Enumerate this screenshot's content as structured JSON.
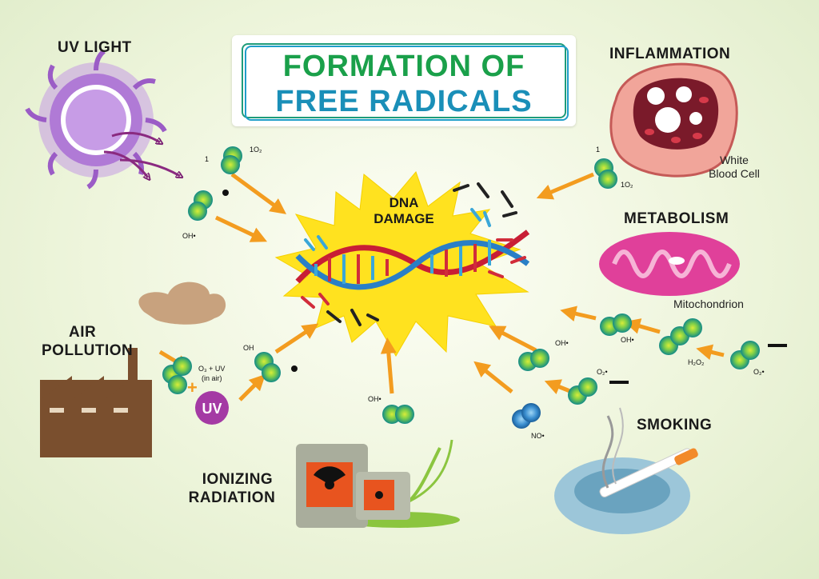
{
  "title": {
    "line1": "FORMATION OF",
    "line2": "FREE RADICALS"
  },
  "center": {
    "line1": "DNA",
    "line2": "DAMAGE"
  },
  "sources": {
    "uv_light": "UV LIGHT",
    "inflammation": "INFLAMMATION",
    "white_blood_cell_1": "White",
    "white_blood_cell_2": "Blood Cell",
    "metabolism": "METABOLISM",
    "mitochondrion": "Mitochondrion",
    "air_pollution_1": "AIR",
    "air_pollution_2": "POLLUTION",
    "smoking": "SMOKING",
    "ionizing_1": "IONIZING",
    "ionizing_2": "RADIATION"
  },
  "chemicals": {
    "uv_singlet_1": "1",
    "uv_singlet_o2": "1O₂",
    "uv_oh": "OH•",
    "infl_1": "1",
    "infl_o2": "1O₂",
    "air_reaction_1": "O₃ + UV",
    "air_reaction_2": "(in air)",
    "air_oh": "OH",
    "uv_badge": "UV",
    "ion_oh": "OH•",
    "smoke_oh": "OH•",
    "smoke_o2": "O₂•",
    "smoke_no": "NO•",
    "meta_oh": "OH•",
    "meta_h2o2": "H₂O₂",
    "meta_o2": "O₂•"
  },
  "colors": {
    "arrow": "#f39c1f",
    "molecule_teal": "#1a9a86",
    "molecule_lime": "#c9e22b",
    "title_green": "#1aa04a",
    "title_blue": "#1a8fb8",
    "sun_purple": "#b07ad6",
    "burst_yellow": "#ffe21f",
    "factory_brown": "#7a4f2e",
    "mito_pink": "#e0409a",
    "barrel_gray": "#a9ad9c",
    "radiation_orange": "#e8541f",
    "ooze_green": "#8bc53f",
    "ashtray_blue": "#9cc6d9"
  }
}
